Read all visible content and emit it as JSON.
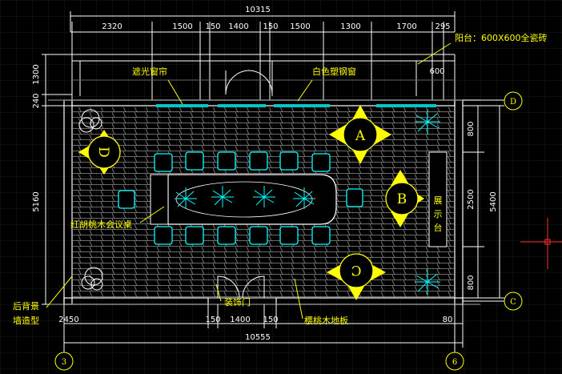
{
  "colors": {
    "background": "#000000",
    "dimension": "#ffffff",
    "structure": "#ffffff",
    "floor": "#9a9a9a",
    "furniture": "#00ffff",
    "annotation": "#ffff00",
    "plant": "#00ffff",
    "crosshair": "#ff0000"
  },
  "dims": {
    "top_total": "10315",
    "top_segments": [
      "2320",
      "1500",
      "150",
      "1400",
      "150",
      "1500",
      "1300",
      "1700",
      "295"
    ],
    "left_segments": [
      "1300",
      "240",
      "5160"
    ],
    "right_segments": [
      "800",
      "2500",
      "800"
    ],
    "right_total": "5400",
    "bottom_segments": [
      "2450",
      "150",
      "1400",
      "150",
      "80"
    ],
    "bottom_total": "10555"
  },
  "labels": {
    "balcony": "阳台：600X600全瓷砖",
    "balcony_tile": "600",
    "blinds": "遮光窗帘",
    "window": "白色塑钢窗",
    "table": "红胡桃木会议桌",
    "backwall_1": "后背景",
    "backwall_2": "墙造型",
    "door": "装饰门",
    "floor": "樱桃木地板",
    "display_1": "展",
    "display_2": "示",
    "display_3": "台"
  },
  "views": {
    "a": "A",
    "b": "B",
    "c": "C",
    "d": "D"
  },
  "grid_axes": {
    "top_right": "D",
    "bottom_right": "C",
    "bottom_left": "3",
    "bottom_right_col": "6"
  }
}
